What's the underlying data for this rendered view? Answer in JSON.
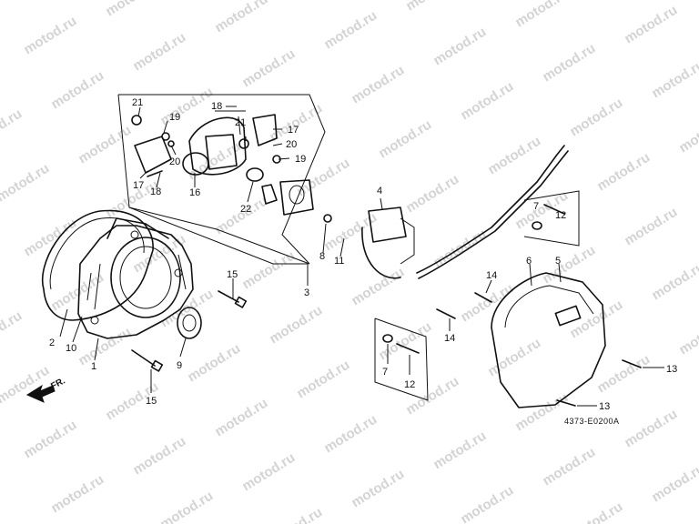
{
  "watermark": "motod.ru",
  "diagram_code": "4373-E0200A",
  "direction_label": "FR.",
  "callouts": {
    "c1": "1",
    "c2": "2",
    "c3": "3",
    "c4": "4",
    "c5": "5",
    "c6": "6",
    "c7a": "7",
    "c7b": "7",
    "c8": "8",
    "c9": "9",
    "c10": "10",
    "c11": "11",
    "c12a": "12",
    "c12b": "12",
    "c13a": "13",
    "c13b": "13",
    "c14a": "14",
    "c14b": "14",
    "c15a": "15",
    "c15b": "15",
    "c16": "16",
    "c17a": "17",
    "c17b": "17",
    "c18a": "18",
    "c18b": "18",
    "c19a": "19",
    "c19b": "19",
    "c20a": "20",
    "c20b": "20",
    "c21a": "21",
    "c21b": "21",
    "c22": "22"
  }
}
